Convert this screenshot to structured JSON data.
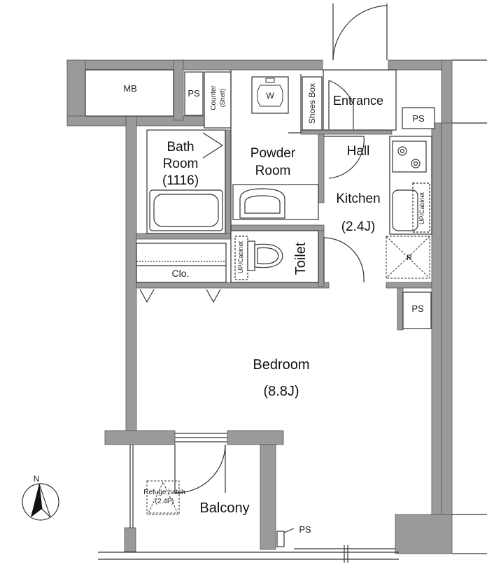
{
  "rooms": {
    "mb": "MB",
    "ps_top_left": "PS",
    "counter_1": "Counter",
    "counter_2": "(Shelf)",
    "washer": "W",
    "shoes_box": "Shoes Box",
    "entrance": "Entrance",
    "ps_top_right": "PS",
    "bath_1": "Bath",
    "bath_2": "Room",
    "bath_3": "(1116)",
    "powder_1": "Powder",
    "powder_2": "Room",
    "hall": "Hall",
    "kitchen_1": "Kitchen",
    "kitchen_2": "(2.4J)",
    "up_cabinet_kitchen": "UP/Cabinet",
    "refrigerator": "R",
    "up_cabinet_toilet": "UP/Cabinet",
    "toilet": "Toilet",
    "closet": "Clo.",
    "ps_mid_right": "PS",
    "bedroom_1": "Bedroom",
    "bedroom_2": "(8.8J)",
    "refuge_1": "Refuge hatch",
    "refuge_2": "(2.4F)",
    "balcony": "Balcony",
    "ps_balcony": "PS"
  },
  "compass": {
    "north": "N"
  },
  "colors": {
    "wall": "#9a9a9a",
    "line": "#333333",
    "background": "#ffffff"
  }
}
